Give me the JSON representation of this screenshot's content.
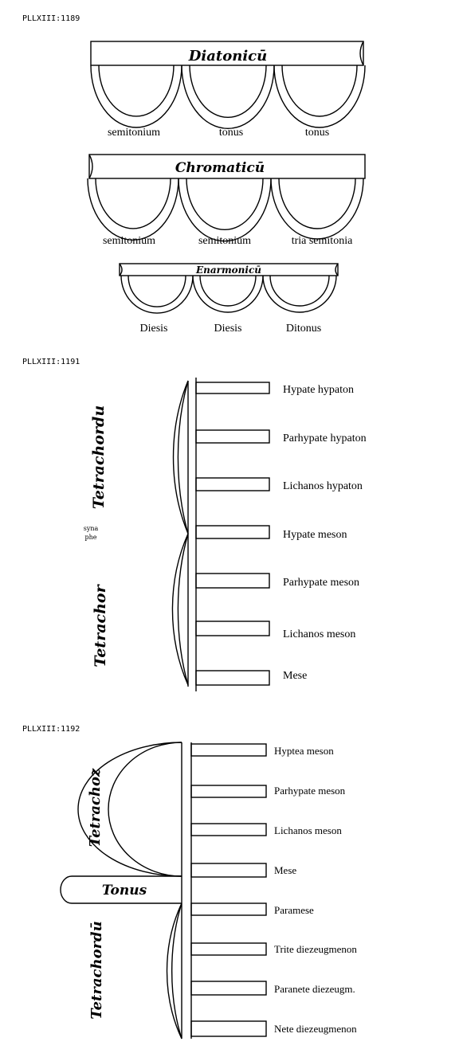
{
  "figures": [
    {
      "ref": "PLLXIII:1189",
      "diagrams": [
        {
          "title": "Diatonicū",
          "intervals": [
            "semitonium",
            "tonus",
            "tonus"
          ]
        },
        {
          "title": "Chromaticū",
          "intervals": [
            "semitonium",
            "semitonium",
            "tria semitonia"
          ]
        },
        {
          "title": "Enarmonicū",
          "intervals": [
            "Diesis",
            "Diesis",
            "Ditonus"
          ]
        }
      ]
    },
    {
      "ref": "PLLXIII:1191",
      "upper_arc": "Tetrachordu",
      "lower_arc": "Tetrachor",
      "junction_note": [
        "syna",
        "phe"
      ],
      "strings": [
        "Hypate hypaton",
        "Parhypate hypaton",
        "Lichanos hypaton",
        "Hypate meson",
        "Parhypate meson",
        "Lichanos meson",
        "Mese"
      ]
    },
    {
      "ref": "PLLXIII:1192",
      "upper_arc": "Tetrachoz",
      "lower_arc": "Tetrachordū",
      "middle_label": "Tonus",
      "strings": [
        "Hyptea meson",
        "Parhypate meson",
        "Lichanos meson",
        "Mese",
        "Paramese",
        "Trite diezeugmenon",
        "Paranete diezeugm.",
        "Nete diezeugmenon"
      ]
    }
  ]
}
